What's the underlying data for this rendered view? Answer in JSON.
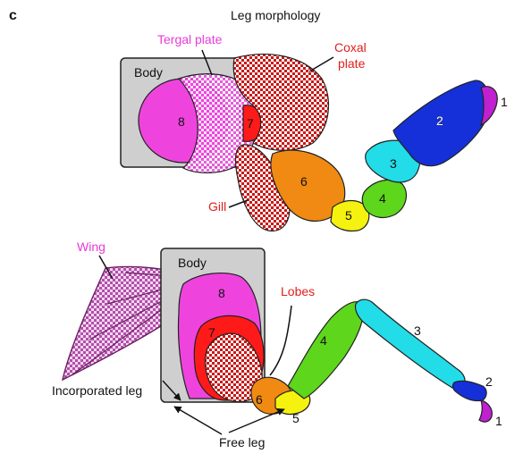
{
  "panel_letter": "c",
  "title": "Leg morphology",
  "colors": {
    "body_box": "#cfcfcf",
    "seg8": "#ee44dd",
    "seg7": "#ff1a1a",
    "seg6": "#f08a12",
    "seg5": "#f5f20f",
    "seg4": "#5ed61b",
    "seg3": "#22dce8",
    "seg2": "#1530d8",
    "seg1": "#c020d0",
    "tergal": "#ee44dd",
    "checker_red": "#c81818",
    "wing": "#8a2a80"
  },
  "top": {
    "body_label": "Body",
    "tergal_plate_label": "Tergal plate",
    "coxal_plate_label_line1": "Coxal",
    "coxal_plate_label_line2": "plate",
    "gill_label": "Gill",
    "segments": [
      "8",
      "7",
      "6",
      "5",
      "4",
      "3",
      "2",
      "1"
    ]
  },
  "bottom": {
    "body_label": "Body",
    "wing_label": "Wing",
    "lobes_label": "Lobes",
    "incorporated_leg_label": "Incorporated leg",
    "free_leg_label": "Free leg",
    "segments": [
      "8",
      "7",
      "6",
      "5",
      "4",
      "3",
      "2",
      "1"
    ]
  }
}
